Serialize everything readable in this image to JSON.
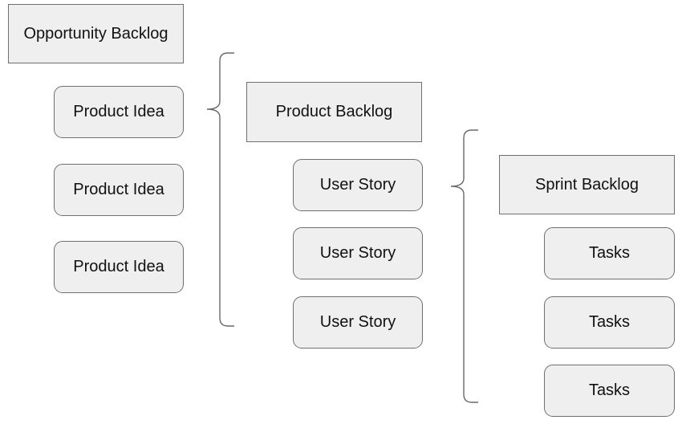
{
  "opportunity": {
    "title": "Opportunity Backlog",
    "items": [
      "Product Idea",
      "Product Idea",
      "Product Idea"
    ]
  },
  "product": {
    "title": "Product Backlog",
    "items": [
      "User Story",
      "User Story",
      "User Story"
    ]
  },
  "sprint": {
    "title": "Sprint Backlog",
    "items": [
      "Tasks",
      "Tasks",
      "Tasks"
    ]
  }
}
